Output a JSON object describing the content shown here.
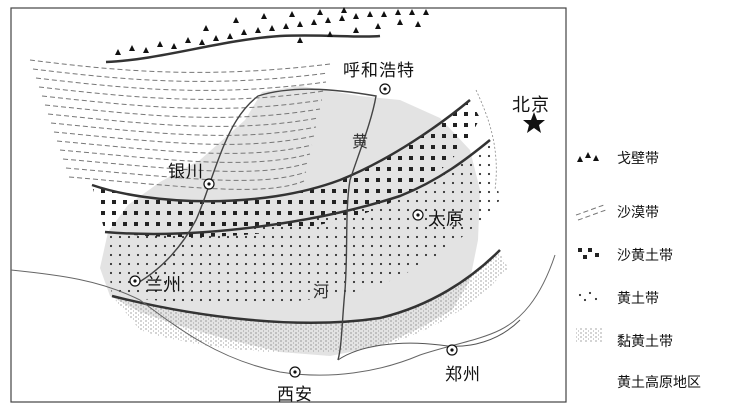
{
  "cities": [
    {
      "id": "hohhot",
      "name": "呼和浩特"
    },
    {
      "id": "beijing",
      "name": "北京"
    },
    {
      "id": "yinchuan",
      "name": "银川"
    },
    {
      "id": "taiyuan",
      "name": "太原"
    },
    {
      "id": "lanzhou",
      "name": "兰州"
    },
    {
      "id": "xian",
      "name": "西安"
    },
    {
      "id": "zhengzhou",
      "name": "郑州"
    }
  ],
  "river": {
    "char1": "黄",
    "char2": "河"
  },
  "legend": [
    {
      "id": "gobi",
      "label": "戈壁带"
    },
    {
      "id": "desert",
      "label": "沙漠带"
    },
    {
      "id": "sandy-loess",
      "label": "沙黄土带"
    },
    {
      "id": "loess",
      "label": "黄土带"
    },
    {
      "id": "clay-loess",
      "label": "黏黄土带"
    },
    {
      "id": "plateau",
      "label": "黄土高原地区"
    }
  ],
  "colors": {
    "ink": "#111111",
    "lines": "#555555",
    "plateau_shade": "#d9d9d9"
  }
}
